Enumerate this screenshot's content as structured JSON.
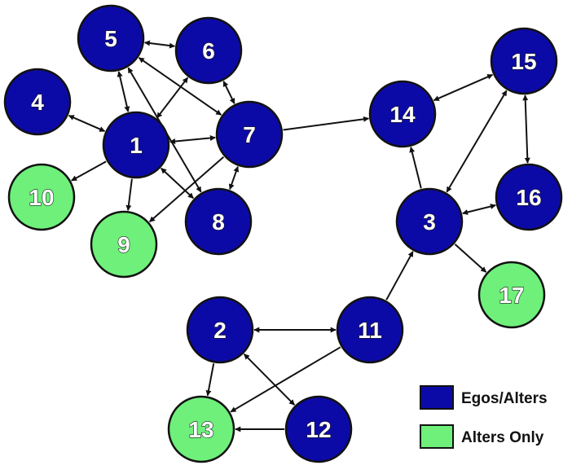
{
  "colors": {
    "ego": "#0c0aa6",
    "alter": "#6ef07a",
    "outline": "#111111",
    "edge": "#111111"
  },
  "nodes": [
    {
      "id": "1",
      "kind": "ego"
    },
    {
      "id": "2",
      "kind": "ego"
    },
    {
      "id": "3",
      "kind": "ego"
    },
    {
      "id": "4",
      "kind": "ego"
    },
    {
      "id": "5",
      "kind": "ego"
    },
    {
      "id": "6",
      "kind": "ego"
    },
    {
      "id": "7",
      "kind": "ego"
    },
    {
      "id": "8",
      "kind": "ego"
    },
    {
      "id": "9",
      "kind": "alter"
    },
    {
      "id": "10",
      "kind": "alter"
    },
    {
      "id": "11",
      "kind": "ego"
    },
    {
      "id": "12",
      "kind": "ego"
    },
    {
      "id": "13",
      "kind": "alter"
    },
    {
      "id": "14",
      "kind": "ego"
    },
    {
      "id": "15",
      "kind": "ego"
    },
    {
      "id": "16",
      "kind": "ego"
    },
    {
      "id": "17",
      "kind": "alter"
    }
  ],
  "edges": [
    {
      "from": "4",
      "to": "1",
      "dir": "both"
    },
    {
      "from": "5",
      "to": "6",
      "dir": "both"
    },
    {
      "from": "5",
      "to": "1",
      "dir": "both"
    },
    {
      "from": "5",
      "to": "7",
      "dir": "both"
    },
    {
      "from": "5",
      "to": "8",
      "dir": "both"
    },
    {
      "from": "6",
      "to": "1",
      "dir": "both"
    },
    {
      "from": "6",
      "to": "7",
      "dir": "both"
    },
    {
      "from": "1",
      "to": "7",
      "dir": "both"
    },
    {
      "from": "1",
      "to": "8",
      "dir": "both"
    },
    {
      "from": "1",
      "to": "10",
      "dir": "forward"
    },
    {
      "from": "1",
      "to": "9",
      "dir": "forward"
    },
    {
      "from": "7",
      "to": "9",
      "dir": "forward"
    },
    {
      "from": "7",
      "to": "8",
      "dir": "both"
    },
    {
      "from": "7",
      "to": "14",
      "dir": "forward"
    },
    {
      "from": "14",
      "to": "15",
      "dir": "both"
    },
    {
      "from": "15",
      "to": "16",
      "dir": "both"
    },
    {
      "from": "15",
      "to": "3",
      "dir": "both"
    },
    {
      "from": "3",
      "to": "14",
      "dir": "forward"
    },
    {
      "from": "3",
      "to": "16",
      "dir": "both"
    },
    {
      "from": "3",
      "to": "17",
      "dir": "forward"
    },
    {
      "from": "11",
      "to": "3",
      "dir": "forward"
    },
    {
      "from": "2",
      "to": "11",
      "dir": "both"
    },
    {
      "from": "2",
      "to": "13",
      "dir": "forward"
    },
    {
      "from": "2",
      "to": "12",
      "dir": "both"
    },
    {
      "from": "11",
      "to": "13",
      "dir": "forward"
    },
    {
      "from": "12",
      "to": "13",
      "dir": "forward"
    }
  ],
  "legend": [
    {
      "kind": "ego",
      "label": "Egos/Alters"
    },
    {
      "kind": "alter",
      "label": "Alters Only"
    }
  ]
}
